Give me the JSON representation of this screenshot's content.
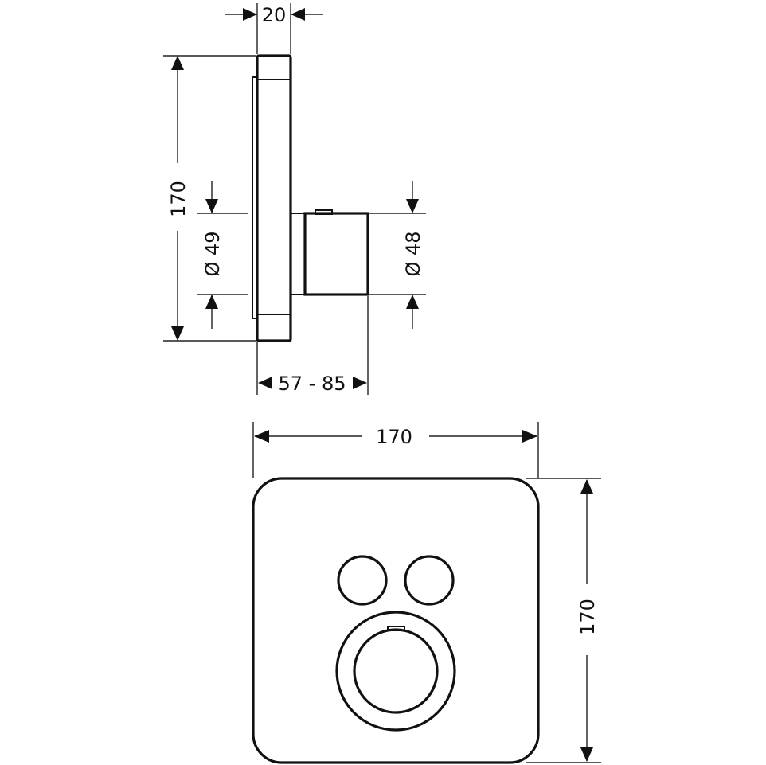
{
  "title": "Shower thermostat dimension drawing",
  "side_view": {
    "plate_depth": "20",
    "height": "170",
    "left_diameter": "Ø 49",
    "right_diameter": "Ø 48",
    "projection_range": "57 - 85"
  },
  "front_view": {
    "width": "170",
    "height": "170"
  }
}
